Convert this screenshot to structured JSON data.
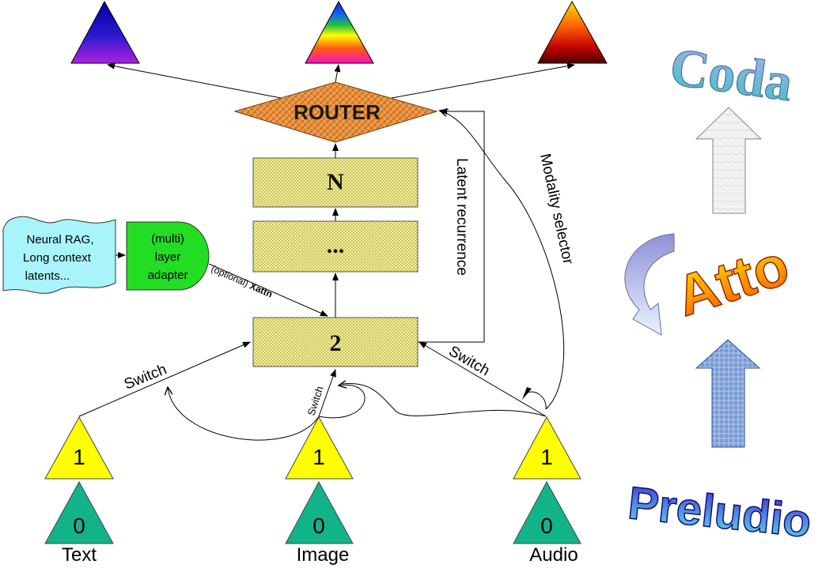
{
  "router": {
    "label": "ROUTER"
  },
  "stack": {
    "top_label": "N",
    "middle_label": "...",
    "bottom_label": "2"
  },
  "memory": {
    "line1": "Neural RAG,",
    "line2": "Long context",
    "line3": "latents..."
  },
  "adapter": {
    "line1": "(multi)",
    "line2": "layer",
    "line3": "adapter"
  },
  "edges": {
    "xattn_prefix": "(optional) ",
    "xattn_main": "Xattn",
    "switch_text": "Switch",
    "switch_image": "Switch",
    "switch_audio": "Switch",
    "latent_recurrence": "Latent recurrence",
    "modality_selector": "Modality  selector"
  },
  "layer1": {
    "text": "1",
    "image": "1",
    "audio": "1"
  },
  "layer0": {
    "text": "0",
    "image": "0",
    "audio": "0"
  },
  "modalities": {
    "text": "Text",
    "image": "Image",
    "audio": "Audio"
  },
  "stages": {
    "coda": "Coda",
    "atto": "Atto",
    "preludio": "Preludio"
  },
  "colors": {
    "router_fill": "#e8913a",
    "stack_fill": "#eeee8a",
    "layer1_fill": "#ffff00",
    "layer0_fill": "#13b38a",
    "adapter_fill": "#22dd22",
    "memory_fill": "#a8f4fa"
  }
}
